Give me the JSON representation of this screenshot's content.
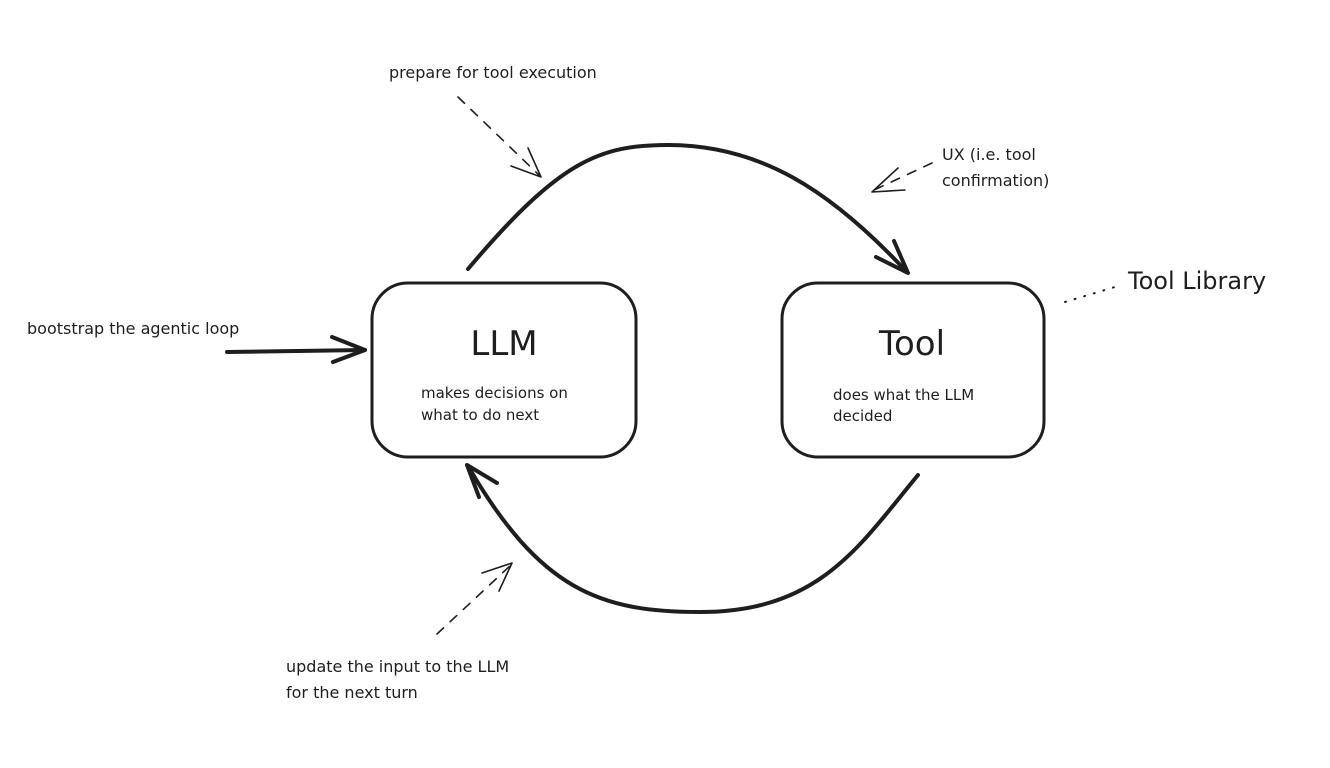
{
  "diagram": {
    "title": "Agentic loop",
    "nodes": [
      {
        "id": "llm",
        "label": "LLM",
        "description_lines": [
          "makes decisions on",
          "what to do next"
        ]
      },
      {
        "id": "tool",
        "label": "Tool",
        "description_lines": [
          "does what the LLM",
          "decided"
        ]
      }
    ],
    "edges": [
      {
        "from": "llm",
        "to": "tool",
        "style": "solid"
      },
      {
        "from": "tool",
        "to": "llm",
        "style": "solid"
      },
      {
        "from": "input",
        "to": "llm",
        "style": "solid"
      }
    ],
    "annotations": {
      "bootstrap": "bootstrap the agentic loop",
      "prepare": "prepare for tool execution",
      "ux_lines": [
        "UX (i.e. tool",
        "confirmation)"
      ],
      "update_lines": [
        "update the input to the LLM",
        "for the next turn"
      ],
      "tool_library": "Tool Library"
    },
    "colors": {
      "stroke": "#1e1e1e",
      "background": "#ffffff"
    }
  }
}
